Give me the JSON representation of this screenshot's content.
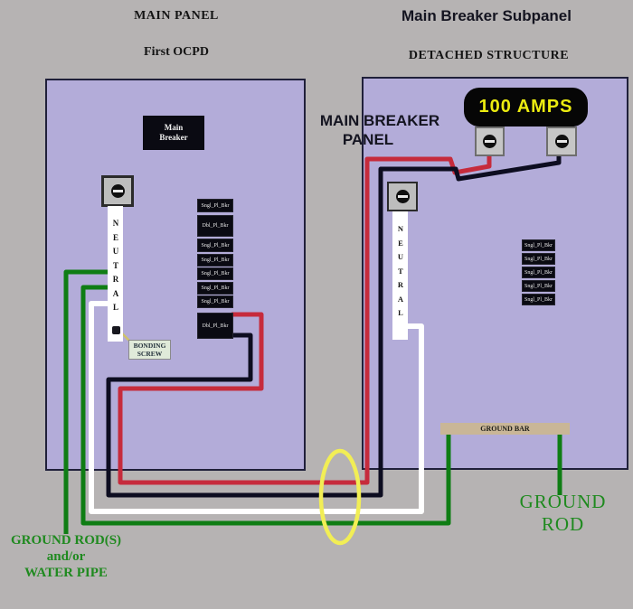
{
  "colors": {
    "background": "#b6b3b3",
    "panel_fill": "#b3acd9",
    "panel_border": "#20203a",
    "wire_red": "#c62b3c",
    "wire_black": "#0d0d20",
    "wire_white": "#ffffff",
    "wire_green": "#0f7d14",
    "highlight_yellow": "#f2ee55",
    "bonding_tick": "#cfc36a",
    "amps_text": "#ecec10",
    "green_text": "#1f8a1f",
    "ground_bar_fill": "#c9b697"
  },
  "titles": {
    "left_panel": "MAIN PANEL",
    "left_panel_subtitle": "First OCPD",
    "right_panel": "Main Breaker Subpanel",
    "right_panel_subtitle": "DETACHED STRUCTURE"
  },
  "left_panel": {
    "main_breaker_line1": "Main",
    "main_breaker_line2": "Breaker",
    "neutral_label": "NEUTRAL",
    "bonding_line1": "BONDING",
    "bonding_line2": "SCREW",
    "breakers": [
      "Sngl_Pl_Bkr",
      "Dbl_Pl_Bkr",
      "Sngl_Pl_Bkr",
      "Sngl_Pl_Bkr",
      "Sngl_Pl_Bkr",
      "Sngl_Pl_Bkr",
      "Sngl_Pl_Bkr",
      "Dbl_Pl_Bkr"
    ]
  },
  "right_panel": {
    "panel_label_line1": "MAIN BREAKER",
    "panel_label_line2": "PANEL",
    "amps_rating": "100 AMPS",
    "neutral_label": "NEUTRAL",
    "ground_bar_label": "GROUND BAR",
    "breakers": [
      "Sngl_Pl_Bkr",
      "Sngl_Pl_Bkr",
      "Sngl_Pl_Bkr",
      "Sngl_Pl_Bkr",
      "Sngl_Pl_Bkr"
    ]
  },
  "annotations": {
    "ground_rod": "GROUND ROD",
    "ground_rods_line1": "GROUND ROD(S)",
    "ground_rods_line2": "and/or",
    "ground_rods_line3": "WATER PIPE"
  }
}
